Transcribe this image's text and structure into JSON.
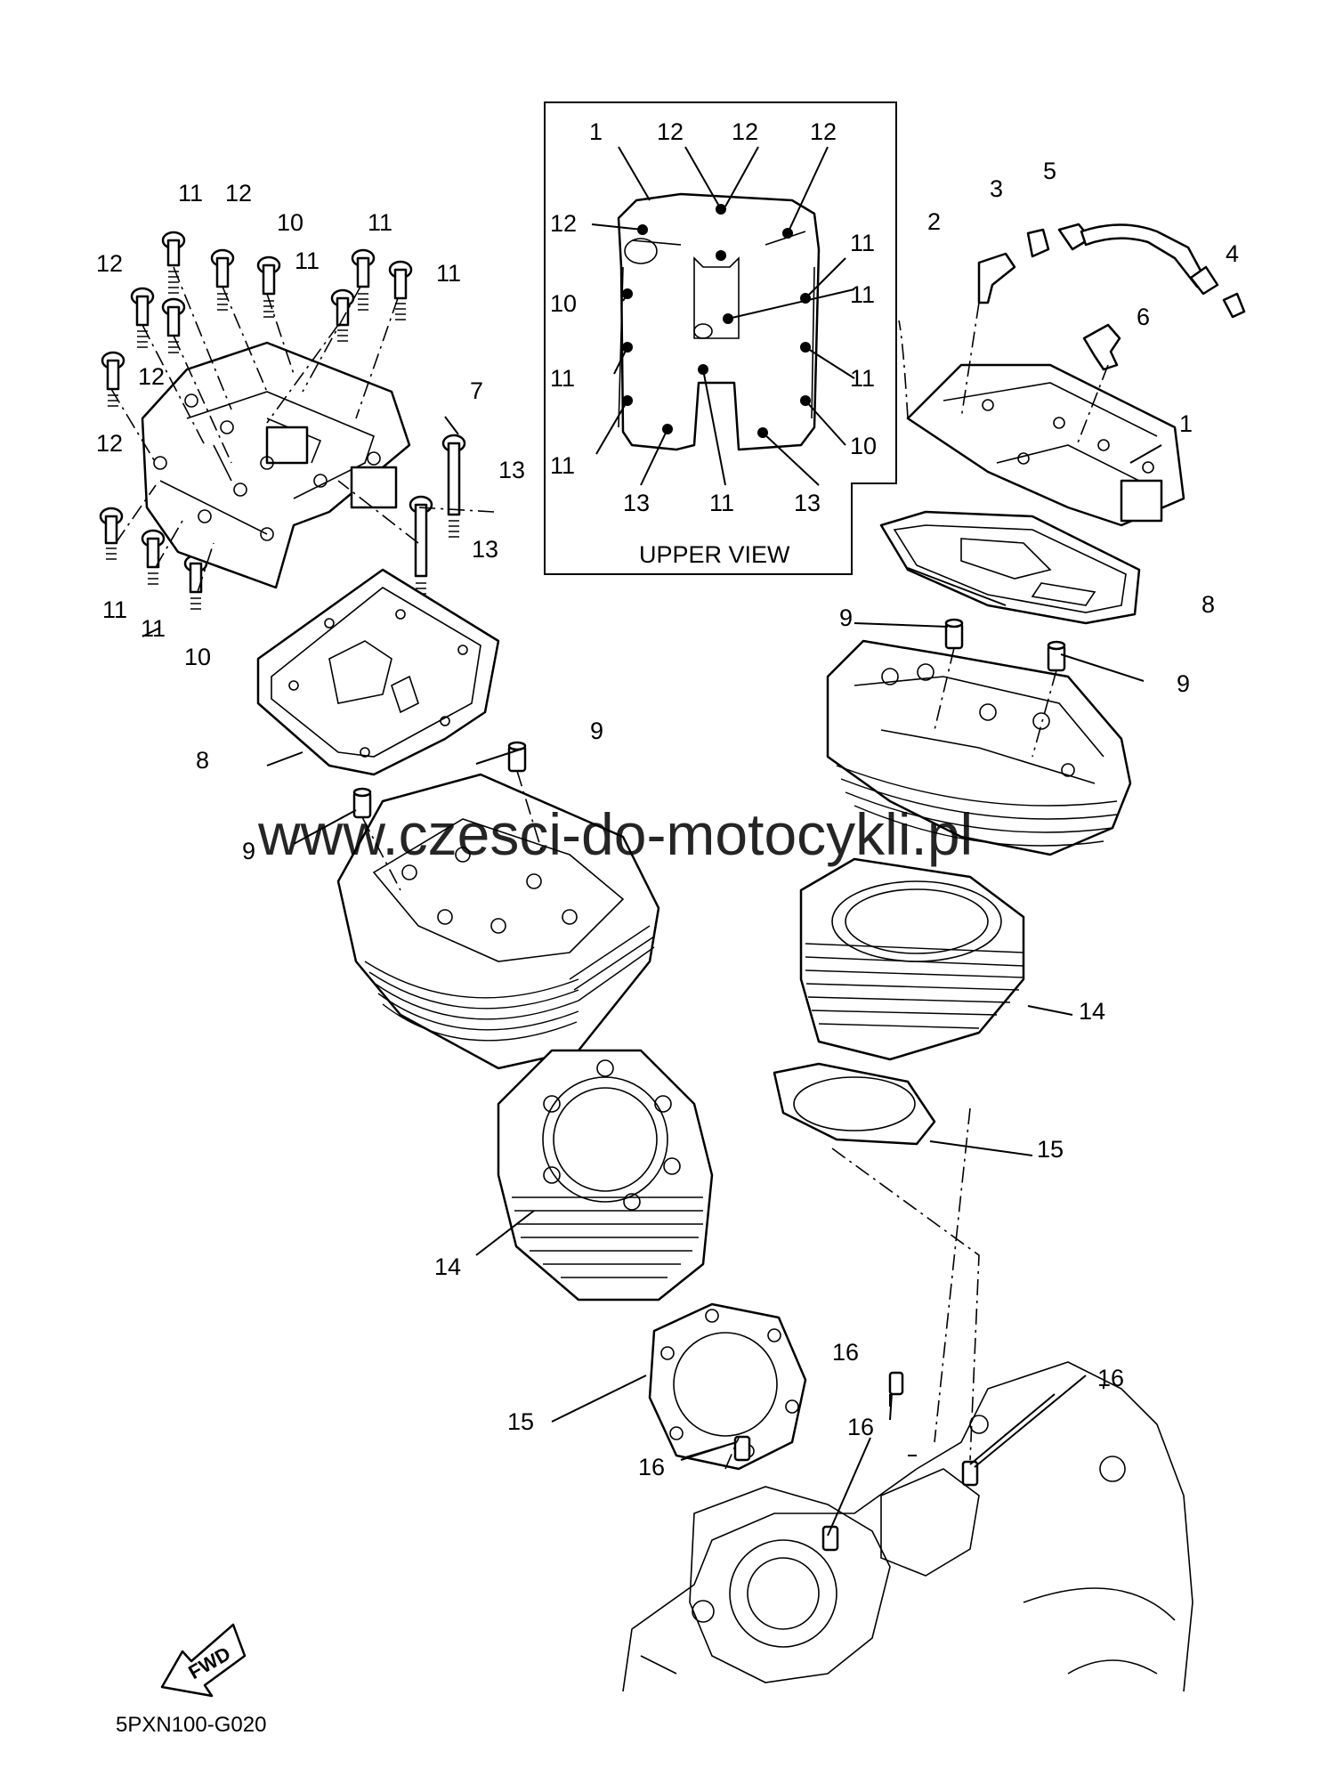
{
  "watermark": "www.czesci-do-motocykli.pl",
  "diagram_code": "5PXN100-G020",
  "fwd_label": "FWD",
  "inset_title": "UPPER VIEW",
  "labels": {
    "l1": "11",
    "l2": "12",
    "l3": "10",
    "l4": "11",
    "l5": "11",
    "l6": "12",
    "l7": "11",
    "l8": "11",
    "l9": "12",
    "l10": "12",
    "l11": "7",
    "l12": "13",
    "l13": "13",
    "l14": "11",
    "l15": "11",
    "l16": "10",
    "l17": "8",
    "l18": "9",
    "l19": "9",
    "l20": "14",
    "l21": "15",
    "l22": "16",
    "l23": "16",
    "l24": "16",
    "l25": "16",
    "l26": "15",
    "l27": "14",
    "l28": "9",
    "l29": "9",
    "l30": "8",
    "l31": "1",
    "l32": "2",
    "l33": "3",
    "l34": "5",
    "l35": "4",
    "l36": "6",
    "i1": "1",
    "i2": "12",
    "i3": "12",
    "i4": "12",
    "i5": "12",
    "i6": "10",
    "i7": "11",
    "i8": "11",
    "i9": "11",
    "i10": "11",
    "i11": "13",
    "i12": "11",
    "i13": "13",
    "i14": "11",
    "i15": "10"
  }
}
